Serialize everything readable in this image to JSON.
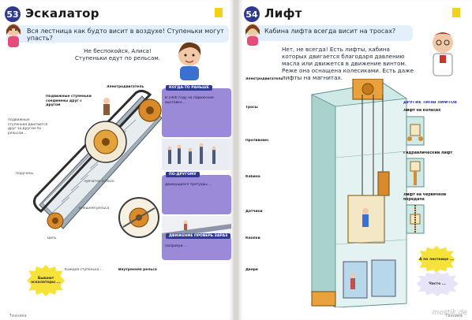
{
  "left_page": {
    "number": "53",
    "title": "Эскалатор",
    "question": "Вся лестница как будто висит в воздухе! Ступеньки могут упасть?",
    "answer": "Не беспокойся, Алиса! Ступеньки едут по рельсам.",
    "captions": {
      "steps_connected": "Подвижные ступеньки соединены друг с другом",
      "rails_note": "Подвижные ступеньки двигаются друг за другом по рельсам...",
      "motor": "Электродвигатель",
      "handrail": "Поручень",
      "rail": "Внешняя рельса",
      "inner_rail": "Внутренняя рельса",
      "chain": "Цепь",
      "tooth_wheel": "Зубчатое колесо",
      "bottom_left": "Каждая ступенька ...",
      "bottom_right": "Внутренняя рельса ..."
    },
    "sidebar": {
      "when_badge": "КОГДА-ТО РАНЬШЕ",
      "when_text": "В 1900 году на парижской выставке...",
      "other_badge": "ПО-ДРУГОМУ",
      "other_text": "Движущиеся тротуары ...",
      "check_badge": "ДВИЖЕНИЕ ПРОВЕРЬ ЗАРАЗ",
      "check_text": "Попробуй ..."
    },
    "burst": "Бывают эскалаторы ...",
    "footer": "Техника"
  },
  "right_page": {
    "number": "54",
    "title": "Лифт",
    "question": "Кабина лифта всегда висит на тросах?",
    "answer": "Нет, не всегда! Есть лифты, кабина которых двигается благодаря давлению масла или движется в движение винтом. Реже она оснащена колесиками. Есть даже лифты на магнитах.",
    "captions": {
      "motor": "Электродвигатель",
      "cables": "Тросы",
      "counterweight": "Противовес",
      "cabin": "Кабина",
      "sensors": "Датчики",
      "buttons": "Кнопки",
      "door": "Двери"
    },
    "sidebar_title": "ДРУГИЕ ТИПЫ ЛИФТОВ",
    "sidebar_items": [
      "Лифт на колесах",
      "Гидравлический лифт",
      "Лифт на червячной передаче"
    ],
    "burst": "А по лестнице ...",
    "burst2": "Часто ...",
    "footer": "Техника"
  },
  "watermark": "mostik.de",
  "colors": {
    "banner": "#e3f0fb",
    "page_number": "#2f3a8f",
    "purple": "#9b8ad8",
    "yellow": "#f7e23a",
    "escalator": "#9aa8b3",
    "lift_shaft": "#bfe3e0"
  }
}
